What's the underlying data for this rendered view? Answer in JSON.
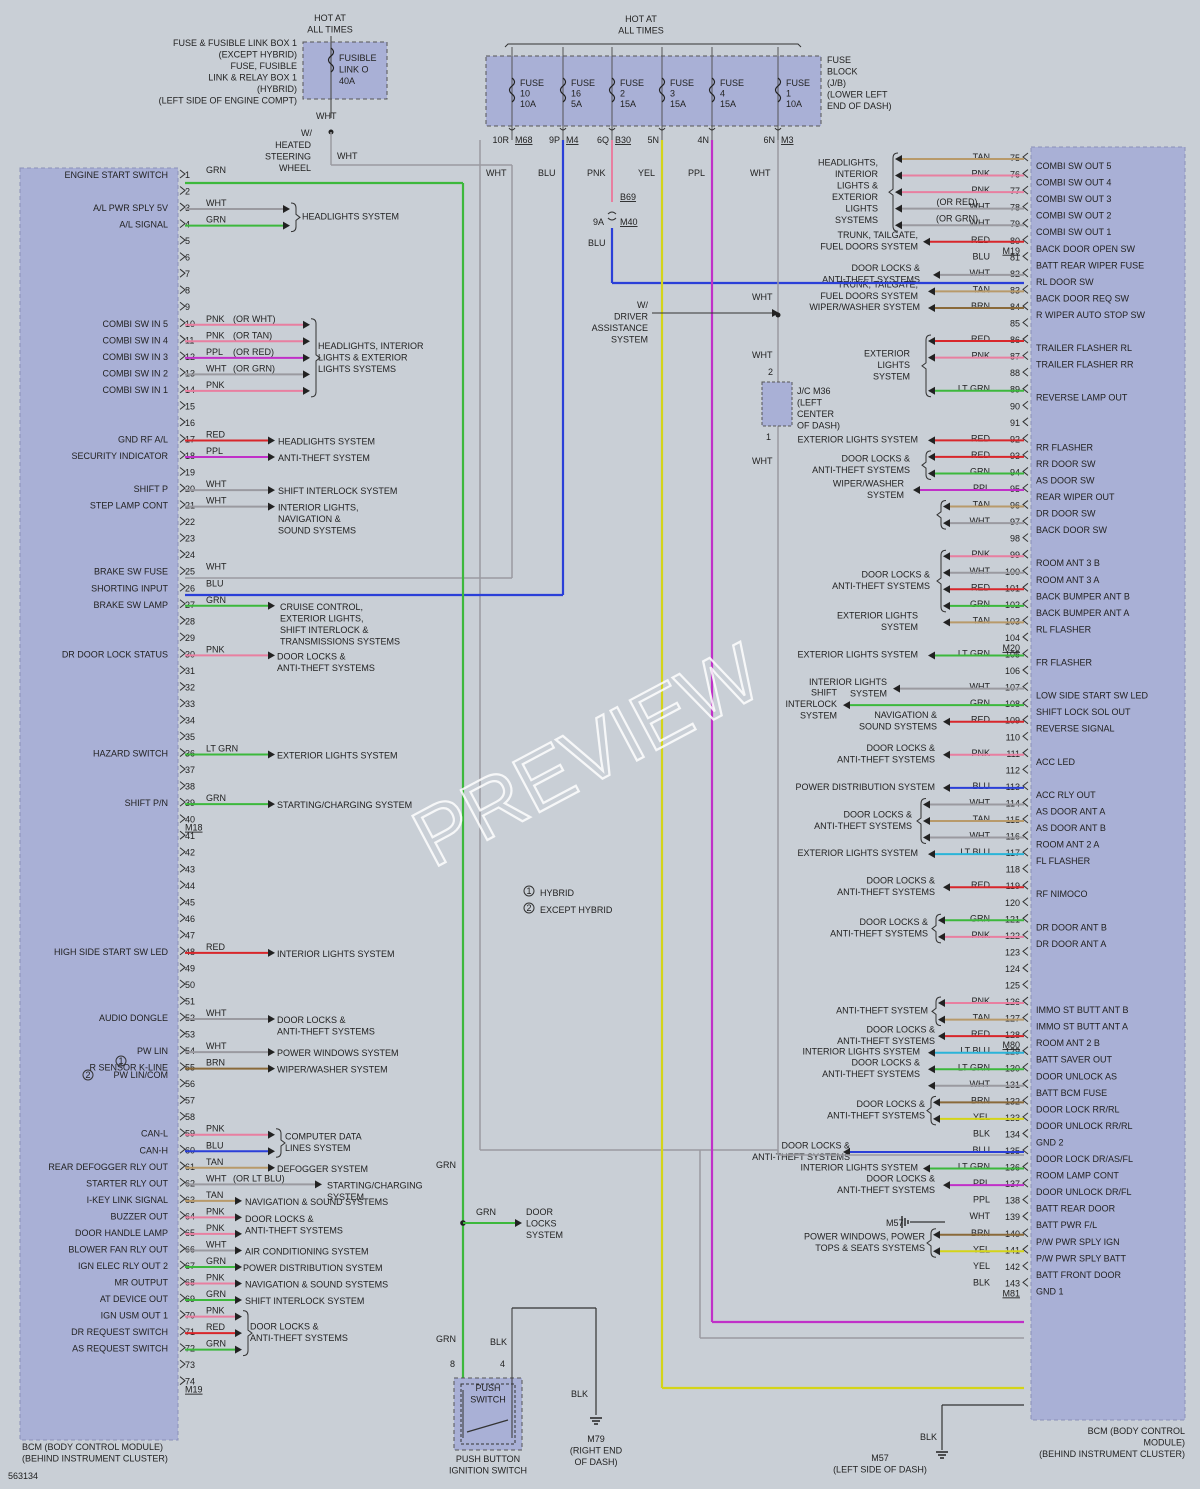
{
  "diagram_id": "563134",
  "watermark": "PREVIEW",
  "colors": {
    "background": "#c9cfd6",
    "module_fill": "#a9b0d6",
    "GRN": "#3cb83c",
    "LT GRN": "#3cb83c",
    "BLU": "#2a3fd8",
    "LT BLU": "#2ab4d8",
    "PNK": "#e87fa0",
    "RED": "#d8262a",
    "PPL": "#c030c8",
    "YEL": "#d4d418",
    "WHT": "#9a9aa0",
    "TAN": "#b89a6a",
    "BRN": "#8a6a3a",
    "BLK": "#333333"
  },
  "fuse_link_box": {
    "hot": "HOT AT\nALL TIMES",
    "desc": "FUSE & FUSIBLE LINK BOX 1\n(EXCEPT HYBRID)\nFUSE, FUSIBLE\nLINK & RELAY BOX 1\n(HYBRID)\n(LEFT SIDE OF ENGINE COMPT)",
    "fuse": "FUSIBLE\nLINK O\n40A",
    "wire_top": "WHT",
    "w_label": "W/",
    "wht2": "WHT",
    "heated": "HEATED\nSTEERING\nWHEEL"
  },
  "fuse_block": {
    "hot": "HOT AT\nALL TIMES",
    "desc": "FUSE\nBLOCK\n(J/B)\n(LOWER LEFT\nEND OF DASH)",
    "fuses": [
      {
        "name": "FUSE\n10\n10A",
        "pin": "10R",
        "conn": "M68"
      },
      {
        "name": "FUSE\n16\n5A",
        "pin": "9P",
        "conn": "M4"
      },
      {
        "name": "FUSE\n2\n15A",
        "pin": "6Q",
        "conn": "B30"
      },
      {
        "name": "FUSE\n3\n15A",
        "pin": "5N",
        "conn": ""
      },
      {
        "name": "FUSE\n4\n15A",
        "pin": "4N",
        "conn": ""
      },
      {
        "name": "FUSE\n1\n10A",
        "pin": "6N",
        "conn": "M3"
      }
    ],
    "wire_colors": [
      "WHT",
      "BLU",
      "PNK",
      "YEL",
      "PPL",
      "WHT"
    ]
  },
  "misc": {
    "b69": "B69",
    "m40": "M40",
    "pin9a": "9A",
    "blu": "BLU",
    "w_driver": "W/\nDRIVER\nASSISTANCE\nSYSTEM",
    "jc": "J/C M36\n(LEFT\nCENTER\nOF DASH)",
    "jc_pin2": "2",
    "jc_pin1": "1",
    "legend1": "HYBRID",
    "legend2": "EXCEPT HYBRID",
    "legend_n1": "1",
    "legend_n2": "2",
    "door_locks": "DOOR\nLOCKS\nSYSTEM",
    "grn": "GRN",
    "push_switch": "PUSH\nSWITCH",
    "push_caption": "PUSH BUTTON\nIGNITION SWITCH",
    "m79": "M79\n(RIGHT END\nOF DASH)",
    "m57": "M57\n(LEFT SIDE OF DASH)",
    "bcm_left": "BCM (BODY CONTROL MODULE)\n(BEHIND INSTRUMENT CLUSTER)",
    "bcm_right": "BCM (BODY CONTROL\nMODULE)\n(BEHIND INSTRUMENT CLUSTER)",
    "pin8": "8",
    "pin4": "4",
    "blk": "BLK"
  },
  "left_pins": [
    {
      "n": 1,
      "wire": "GRN",
      "sig": "ENGINE START SWITCH",
      "tgt": ""
    },
    {
      "n": 2,
      "wire": "",
      "sig": "",
      "tgt": ""
    },
    {
      "n": 3,
      "wire": "WHT",
      "sig": "A/L PWR SPLY 5V",
      "tgt": "HEADLIGHTS SYSTEM"
    },
    {
      "n": 4,
      "wire": "GRN",
      "sig": "A/L SIGNAL",
      "tgt": ""
    },
    {
      "n": 5
    },
    {
      "n": 6
    },
    {
      "n": 7
    },
    {
      "n": 8
    },
    {
      "n": 9
    },
    {
      "n": 10,
      "wire": "PNK",
      "alt": "(OR WHT)",
      "sig": "COMBI SW IN 5",
      "tgt": "HEADLIGHTS, INTERIOR\nLIGHTS & EXTERIOR\nLIGHTS SYSTEMS"
    },
    {
      "n": 11,
      "wire": "PNK",
      "alt": "(OR TAN)",
      "sig": "COMBI SW IN 4"
    },
    {
      "n": 12,
      "wire": "PPL",
      "alt": "(OR RED)",
      "sig": "COMBI SW IN 3"
    },
    {
      "n": 13,
      "wire": "WHT",
      "alt": "(OR GRN)",
      "sig": "COMBI SW IN 2"
    },
    {
      "n": 14,
      "wire": "PNK",
      "sig": "COMBI SW IN 1"
    },
    {
      "n": 15
    },
    {
      "n": 16
    },
    {
      "n": 17,
      "wire": "RED",
      "sig": "GND RF A/L",
      "tgt": "HEADLIGHTS SYSTEM"
    },
    {
      "n": 18,
      "wire": "PPL",
      "sig": "SECURITY INDICATOR",
      "tgt": "ANTI-THEFT SYSTEM"
    },
    {
      "n": 19
    },
    {
      "n": 20,
      "wire": "WHT",
      "sig": "SHIFT P",
      "tgt": "SHIFT INTERLOCK SYSTEM"
    },
    {
      "n": 21,
      "wire": "WHT",
      "sig": "STEP LAMP CONT",
      "tgt": "INTERIOR LIGHTS,\nNAVIGATION &\nSOUND SYSTEMS"
    },
    {
      "n": 22
    },
    {
      "n": 23
    },
    {
      "n": 24
    },
    {
      "n": 25,
      "wire": "WHT",
      "sig": "BRAKE SW FUSE"
    },
    {
      "n": 26,
      "wire": "BLU",
      "sig": "SHORTING INPUT"
    },
    {
      "n": 27,
      "wire": "GRN",
      "sig": "BRAKE SW LAMP",
      "tgt": "CRUISE CONTROL,\nEXTERIOR LIGHTS,\nSHIFT INTERLOCK &\nTRANSMISSIONS SYSTEMS"
    },
    {
      "n": 28
    },
    {
      "n": 29
    },
    {
      "n": 30,
      "wire": "PNK",
      "sig": "DR DOOR LOCK STATUS",
      "tgt": "DOOR LOCKS &\nANTI-THEFT SYSTEMS"
    },
    {
      "n": 31
    },
    {
      "n": 32
    },
    {
      "n": 33
    },
    {
      "n": 34
    },
    {
      "n": 35
    },
    {
      "n": 36,
      "wire": "LT GRN",
      "sig": "HAZARD SWITCH",
      "tgt": "EXTERIOR LIGHTS SYSTEM"
    },
    {
      "n": 37
    },
    {
      "n": 38
    },
    {
      "n": 39,
      "wire": "GRN",
      "sig": "SHIFT P/N",
      "tgt": "STARTING/CHARGING SYSTEM"
    },
    {
      "n": 40,
      "conn": "M18"
    },
    {
      "n": 41
    },
    {
      "n": 42
    },
    {
      "n": 43
    },
    {
      "n": 44
    },
    {
      "n": 45
    },
    {
      "n": 46
    },
    {
      "n": 47
    },
    {
      "n": 48,
      "wire": "RED",
      "sig": "HIGH SIDE START SW LED",
      "tgt": "INTERIOR LIGHTS SYSTEM"
    },
    {
      "n": 49
    },
    {
      "n": 50
    },
    {
      "n": 51
    },
    {
      "n": 52,
      "wire": "WHT",
      "sig": "AUDIO DONGLE",
      "tgt": "DOOR LOCKS &\nANTI-THEFT SYSTEMS"
    },
    {
      "n": 53
    },
    {
      "n": 54,
      "wire": "WHT",
      "sig": "PW LIN",
      "tgt": "POWER WINDOWS SYSTEM"
    },
    {
      "n": 55,
      "wire": "BRN",
      "sig": "R SENSOR K-LINE",
      "tgt": "WIPER/WASHER SYSTEM"
    },
    {
      "n": 56
    },
    {
      "n": 57
    },
    {
      "n": 58
    },
    {
      "n": 59,
      "wire": "PNK",
      "sig": "CAN-L",
      "tgt": "COMPUTER DATA\nLINES SYSTEM"
    },
    {
      "n": 60,
      "wire": "BLU",
      "sig": "CAN-H"
    },
    {
      "n": 61,
      "wire": "TAN",
      "sig": "REAR DEFOGGER RLY OUT",
      "tgt": "DEFOGGER SYSTEM"
    },
    {
      "n": 62,
      "wire": "WHT",
      "alt": "(OR LT BLU)",
      "sig": "STARTER RLY OUT",
      "tgt": "STARTING/CHARGING\nSYSTEM"
    },
    {
      "n": 63,
      "wire": "TAN",
      "sig": "I-KEY LINK SIGNAL",
      "tgt": "NAVIGATION & SOUND SYSTEMS"
    },
    {
      "n": 64,
      "wire": "PNK",
      "sig": "BUZZER OUT",
      "tgt": "DOOR LOCKS &\nANTI-THEFT SYSTEMS"
    },
    {
      "n": 65,
      "wire": "PNK",
      "sig": "DOOR HANDLE LAMP",
      "tgt": "INTERIOR LIGHTS SYSTEM"
    },
    {
      "n": 66,
      "wire": "WHT",
      "sig": "BLOWER FAN RLY OUT",
      "tgt": "AIR CONDITIONING SYSTEM"
    },
    {
      "n": 67,
      "wire": "GRN",
      "sig": "IGN ELEC RLY OUT 2",
      "tgt": "POWER DISTRIBUTION SYSTEM"
    },
    {
      "n": 68,
      "wire": "PNK",
      "sig": "MR OUTPUT",
      "tgt": "NAVIGATION & SOUND SYSTEMS"
    },
    {
      "n": 69,
      "wire": "GRN",
      "sig": "AT DEVICE OUT",
      "tgt": "SHIFT INTERLOCK SYSTEM"
    },
    {
      "n": 70,
      "wire": "PNK",
      "sig": "IGN USM OUT 1"
    },
    {
      "n": 71,
      "wire": "RED",
      "sig": "DR REQUEST SWITCH",
      "tgt": "DOOR LOCKS &\nANTI-THEFT SYSTEMS"
    },
    {
      "n": 72,
      "wire": "GRN",
      "sig": "AS REQUEST SWITCH"
    },
    {
      "n": 73
    },
    {
      "n": 74,
      "conn": "M19"
    }
  ],
  "left_extra": {
    "pw_lin_com": "PW LIN/COM",
    "n1": "1",
    "n2": "2"
  },
  "right_pins": [
    {
      "n": 75,
      "wire": "TAN",
      "sig": "COMBI SW OUT 5",
      "tgt": "HEADLIGHTS,\nINTERIOR\nLIGHTS &\nEXTERIOR\nLIGHTS\nSYSTEMS"
    },
    {
      "n": 76,
      "wire": "PNK",
      "sig": "COMBI SW OUT 4"
    },
    {
      "n": 77,
      "wire": "PNK",
      "alt": "(OR RED)",
      "sig": "COMBI SW OUT 3"
    },
    {
      "n": 78,
      "wire": "WHT",
      "alt": "(OR GRN)",
      "sig": "COMBI SW OUT 2"
    },
    {
      "n": 79,
      "wire": "WHT",
      "sig": "COMBI SW OUT 1"
    },
    {
      "n": 80,
      "wire": "RED",
      "sig": "BACK DOOR OPEN SW",
      "tgt": "TRUNK, TAILGATE,\nFUEL DOORS SYSTEM",
      "conn": "M19"
    },
    {
      "n": 81,
      "wire": "BLU",
      "sig": "BATT REAR WIPER FUSE"
    },
    {
      "n": 82,
      "wire": "WHT",
      "sig": "RL DOOR SW",
      "tgt": "DOOR LOCKS &\nANTI-THEFT SYSTEMS"
    },
    {
      "n": 83,
      "wire": "TAN",
      "sig": "BACK DOOR REQ SW",
      "tgt": "TRUNK, TAILGATE,\nFUEL DOORS SYSTEM"
    },
    {
      "n": 84,
      "wire": "BRN",
      "sig": "R WIPER AUTO STOP SW",
      "tgt": "WIPER/WASHER SYSTEM"
    },
    {
      "n": 85
    },
    {
      "n": 86,
      "wire": "RED",
      "sig": "TRAILER FLASHER RL",
      "tgt": "EXTERIOR\nLIGHTS\nSYSTEM"
    },
    {
      "n": 87,
      "wire": "PNK",
      "sig": "TRAILER FLASHER RR"
    },
    {
      "n": 88
    },
    {
      "n": 89,
      "wire": "LT GRN",
      "sig": "REVERSE LAMP OUT"
    },
    {
      "n": 90
    },
    {
      "n": 91
    },
    {
      "n": 92,
      "wire": "RED",
      "sig": "RR FLASHER",
      "tgt": "EXTERIOR LIGHTS SYSTEM"
    },
    {
      "n": 93,
      "wire": "RED",
      "sig": "RR DOOR SW",
      "tgt": "DOOR LOCKS &\nANTI-THEFT SYSTEMS"
    },
    {
      "n": 94,
      "wire": "GRN",
      "sig": "AS DOOR SW"
    },
    {
      "n": 95,
      "wire": "PPL",
      "sig": "REAR WIPER OUT",
      "tgt": "WIPER/WASHER\nSYSTEM"
    },
    {
      "n": 96,
      "wire": "TAN",
      "sig": "DR DOOR SW"
    },
    {
      "n": 97,
      "wire": "WHT",
      "sig": "BACK DOOR SW"
    },
    {
      "n": 98
    },
    {
      "n": 99,
      "wire": "PNK",
      "sig": "ROOM ANT 3 B",
      "tgt": "DOOR LOCKS &\nANTI-THEFT SYSTEMS"
    },
    {
      "n": 100,
      "wire": "WHT",
      "sig": "ROOM ANT 3 A"
    },
    {
      "n": 101,
      "wire": "RED",
      "sig": "BACK BUMPER ANT B"
    },
    {
      "n": 102,
      "wire": "GRN",
      "sig": "BACK BUMPER ANT A"
    },
    {
      "n": 103,
      "wire": "TAN",
      "sig": "RL FLASHER",
      "tgt": "EXTERIOR LIGHTS\nSYSTEM"
    },
    {
      "n": 104,
      "conn": "M20"
    },
    {
      "n": 105,
      "wire": "LT GRN",
      "sig": "FR FLASHER",
      "tgt": "EXTERIOR LIGHTS SYSTEM"
    },
    {
      "n": 106
    },
    {
      "n": 107,
      "wire": "WHT",
      "sig": "LOW SIDE START SW LED",
      "tgt": "INTERIOR LIGHTS\nSYSTEM"
    },
    {
      "n": 108,
      "wire": "GRN",
      "sig": "SHIFT LOCK SOL OUT",
      "tgt": "SHIFT\nINTERLOCK\nSYSTEM"
    },
    {
      "n": 109,
      "wire": "RED",
      "sig": "REVERSE SIGNAL",
      "tgt": "NAVIGATION &\nSOUND SYSTEMS"
    },
    {
      "n": 110
    },
    {
      "n": 111,
      "wire": "PNK",
      "sig": "ACC LED",
      "tgt": "DOOR LOCKS &\nANTI-THEFT SYSTEMS"
    },
    {
      "n": 112
    },
    {
      "n": 113,
      "wire": "BLU",
      "sig": "ACC RLY OUT",
      "tgt": "POWER DISTRIBUTION SYSTEM"
    },
    {
      "n": 114,
      "wire": "WHT",
      "sig": "AS DOOR ANT A",
      "tgt": "DOOR LOCKS &\nANTI-THEFT SYSTEMS"
    },
    {
      "n": 115,
      "wire": "TAN",
      "sig": "AS DOOR ANT B"
    },
    {
      "n": 116,
      "wire": "WHT",
      "sig": "ROOM ANT 2 A"
    },
    {
      "n": 117,
      "wire": "LT BLU",
      "sig": "FL FLASHER",
      "tgt": "EXTERIOR LIGHTS SYSTEM"
    },
    {
      "n": 118
    },
    {
      "n": 119,
      "wire": "RED",
      "sig": "RF NIMOCO",
      "tgt": "DOOR LOCKS &\nANTI-THEFT SYSTEMS"
    },
    {
      "n": 120
    },
    {
      "n": 121,
      "wire": "GRN",
      "sig": "DR DOOR ANT B",
      "tgt": "DOOR LOCKS &\nANTI-THEFT SYSTEMS"
    },
    {
      "n": 122,
      "wire": "PNK",
      "sig": "DR DOOR ANT A"
    },
    {
      "n": 123
    },
    {
      "n": 124
    },
    {
      "n": 125
    },
    {
      "n": 126,
      "wire": "PNK",
      "sig": "IMMO ST BUTT ANT B",
      "tgt": "ANTI-THEFT SYSTEM"
    },
    {
      "n": 127,
      "wire": "TAN",
      "sig": "IMMO ST BUTT ANT A"
    },
    {
      "n": 128,
      "wire": "RED",
      "sig": "ROOM ANT 2 B",
      "tgt": "DOOR LOCKS &\nANTI-THEFT SYSTEMS",
      "conn": "M80"
    },
    {
      "n": 129,
      "wire": "LT BLU",
      "sig": "BATT SAVER OUT",
      "tgt": "INTERIOR LIGHTS SYSTEM"
    },
    {
      "n": 130,
      "wire": "LT GRN",
      "sig": "DOOR UNLOCK AS",
      "tgt": "DOOR LOCKS &\nANTI-THEFT SYSTEMS"
    },
    {
      "n": 131,
      "wire": "WHT",
      "sig": "BATT BCM FUSE"
    },
    {
      "n": 132,
      "wire": "BRN",
      "sig": "DOOR LOCK RR/RL",
      "tgt": "DOOR LOCKS &\nANTI-THEFT SYSTEMS"
    },
    {
      "n": 133,
      "wire": "YEL",
      "sig": "DOOR UNLOCK RR/RL"
    },
    {
      "n": 134,
      "wire": "BLK",
      "sig": "GND 2",
      "tgt": "(LEFT SIDE OF DASH)"
    },
    {
      "n": 135,
      "wire": "BLU",
      "sig": "DOOR LOCK DR/AS/FL",
      "tgt": "DOOR LOCKS &\nANTI-THEFT SYSTEMS"
    },
    {
      "n": 136,
      "wire": "LT GRN",
      "sig": "ROOM LAMP CONT",
      "tgt": "INTERIOR LIGHTS SYSTEM"
    },
    {
      "n": 137,
      "wire": "PPL",
      "sig": "DOOR UNLOCK DR/FL",
      "tgt": "DOOR LOCKS &\nANTI-THEFT SYSTEMS"
    },
    {
      "n": 138,
      "wire": "PPL",
      "sig": "BATT REAR DOOR"
    },
    {
      "n": 139,
      "wire": "WHT",
      "sig": "BATT PWR F/L"
    },
    {
      "n": 140,
      "wire": "BRN",
      "sig": "P/W PWR SPLY IGN",
      "tgt": "POWER WINDOWS, POWER\nTOPS & SEATS SYSTEMS"
    },
    {
      "n": 141,
      "wire": "YEL",
      "sig": "P/W PWR SPLY BATT"
    },
    {
      "n": 142,
      "wire": "YEL",
      "sig": "BATT FRONT DOOR"
    },
    {
      "n": 143,
      "wire": "BLK",
      "sig": "GND 1",
      "conn": "M81"
    }
  ],
  "right_extra": {
    "m57": "M57"
  }
}
